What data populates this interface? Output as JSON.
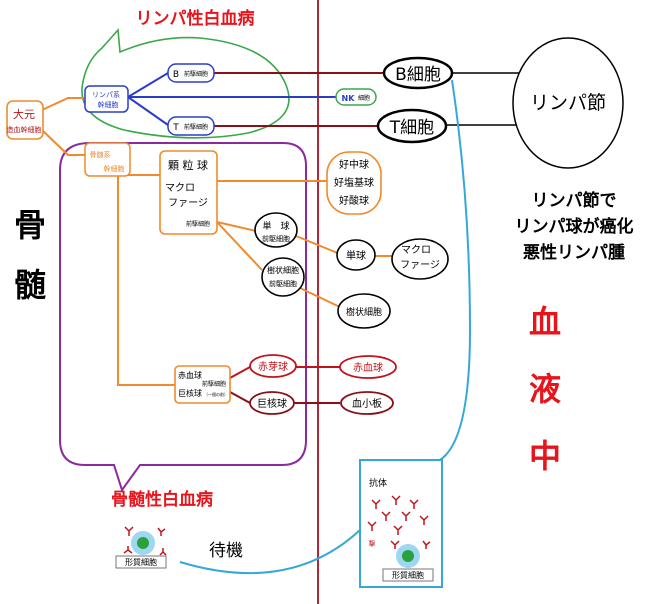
{
  "titles": {
    "lymph_leukemia": "リンパ性白血病",
    "marrow_leukemia": "骨髄性白血病",
    "bone_marrow_1": "骨",
    "bone_marrow_2": "髄",
    "blood_1": "血",
    "blood_2": "液",
    "blood_3": "中",
    "lymphoma_line1": "リンパ節で",
    "lymphoma_line2": "リンパ球が癌化",
    "lymphoma_line3": "悪性リンパ腫"
  },
  "nodes": {
    "hsc_main": "大元",
    "hsc_sub": "造血幹細胞",
    "lymph_stem_1": "リンパ系",
    "lymph_stem_2": "幹細胞",
    "b_pre_letter": "B",
    "b_pre": "前駆細胞",
    "t_pre_letter": "T",
    "t_pre": "前駆細胞",
    "nk_letter": "NK",
    "nk": "細胞",
    "b_cell": "B細胞",
    "t_cell": "T細胞",
    "lymph_node": "リンパ節",
    "myeloid_stem_1": "骨髄系",
    "myeloid_stem_2": "幹細胞",
    "granulocyte_1": "顆 粒 球",
    "granulocyte_2": "マクロ",
    "granulocyte_3": "ファージ",
    "granulocyte_4": "前駆細胞",
    "granulo_types_1": "好中球",
    "granulo_types_2": "好塩基球",
    "granulo_types_3": "好酸球",
    "monocyte_pre_1": "単　球",
    "monocyte_pre_2": "前駆細胞",
    "dendritic_pre_1": "樹状細胞",
    "dendritic_pre_2": "前駆細胞",
    "monocyte": "単球",
    "macrophage_1": "マクロ",
    "macrophage_2": "ファージ",
    "dendritic": "樹状細胞",
    "ery_mega_1": "赤血球",
    "ery_mega_2": "前駆細胞",
    "ery_mega_3": "巨核球",
    "ery_mega_4": "（一個の前）",
    "erythroblast": "赤芽球",
    "rbc": "赤血球",
    "megakaryocyte": "巨核球",
    "platelet": "血小板",
    "plasma_cell_left": "形質細胞",
    "plasma_cell_right": "形質細胞",
    "antibody": "抗体",
    "attack": "撃",
    "waiting": "待機"
  },
  "colors": {
    "title_red": "#e8141c",
    "lymph_blue": "#2a3dc8",
    "lymph_green": "#3aa84a",
    "myeloid_orange": "#f08a2c",
    "marrow_purple": "#8a2a9c",
    "divider_red": "#b0283a",
    "erythro_red": "#c0141c",
    "dark_red": "#8a1018",
    "link_cyan": "#35a8d8",
    "black": "#000000"
  }
}
